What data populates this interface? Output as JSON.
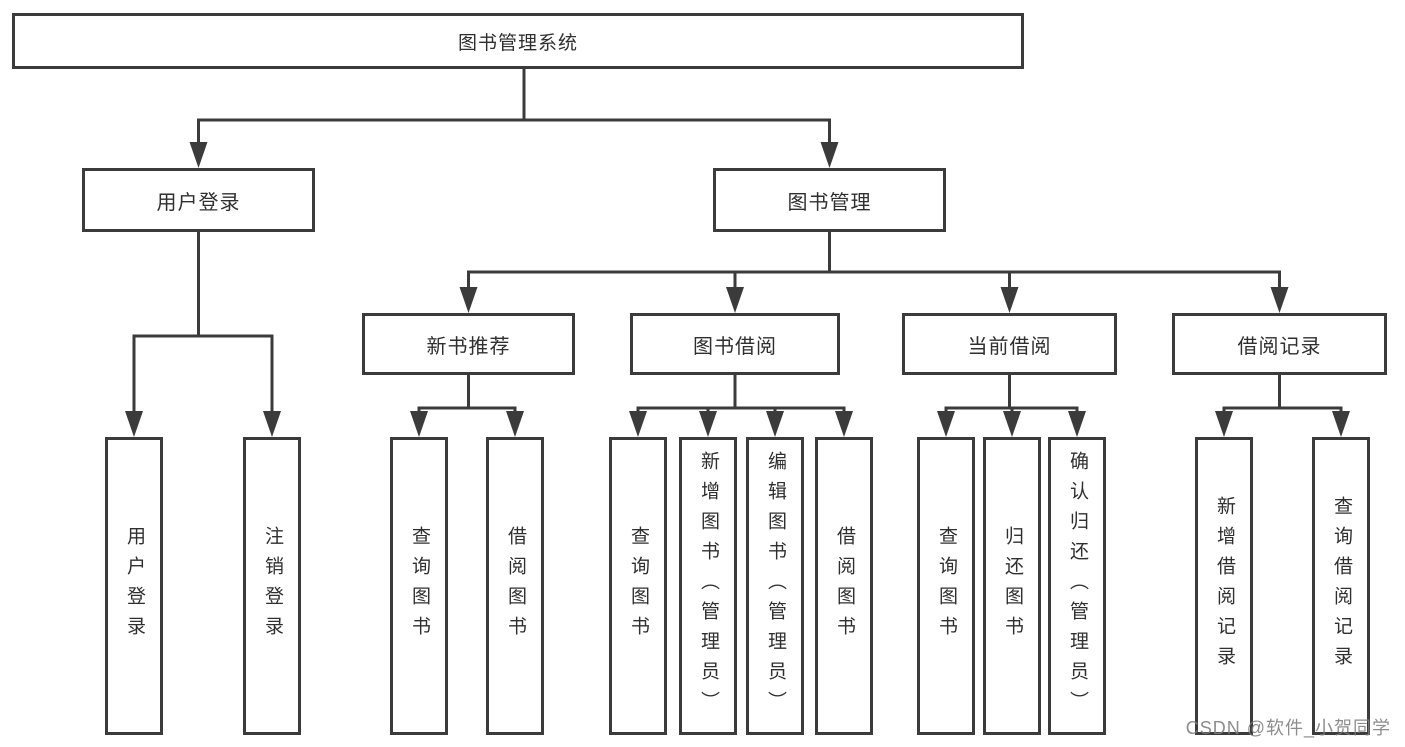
{
  "tree": {
    "root": {
      "label": "图书管理系统",
      "children": [
        {
          "label": "用户登录",
          "children": [
            {
              "label": "用户登录"
            },
            {
              "label": "注销登录"
            }
          ]
        },
        {
          "label": "图书管理",
          "children": [
            {
              "label": "新书推荐",
              "children": [
                {
                  "label": "查询图书"
                },
                {
                  "label": "借阅图书"
                }
              ]
            },
            {
              "label": "图书借阅",
              "children": [
                {
                  "label": "查询图书"
                },
                {
                  "label": "新增图书（管理员）"
                },
                {
                  "label": "编辑图书（管理员）"
                },
                {
                  "label": "借阅图书"
                }
              ]
            },
            {
              "label": "当前借阅",
              "children": [
                {
                  "label": "查询图书"
                },
                {
                  "label": "归还图书"
                },
                {
                  "label": "确认归还（管理员）"
                }
              ]
            },
            {
              "label": "借阅记录",
              "children": [
                {
                  "label": "新增借阅记录"
                },
                {
                  "label": "查询借阅记录"
                }
              ]
            }
          ]
        }
      ]
    }
  },
  "watermark": "CSDN @软件_小贺同学",
  "colors": {
    "line": "#3b3b3b",
    "text": "#2f2f2f",
    "watermark": "#7d7d7d",
    "background": "#ffffff"
  }
}
